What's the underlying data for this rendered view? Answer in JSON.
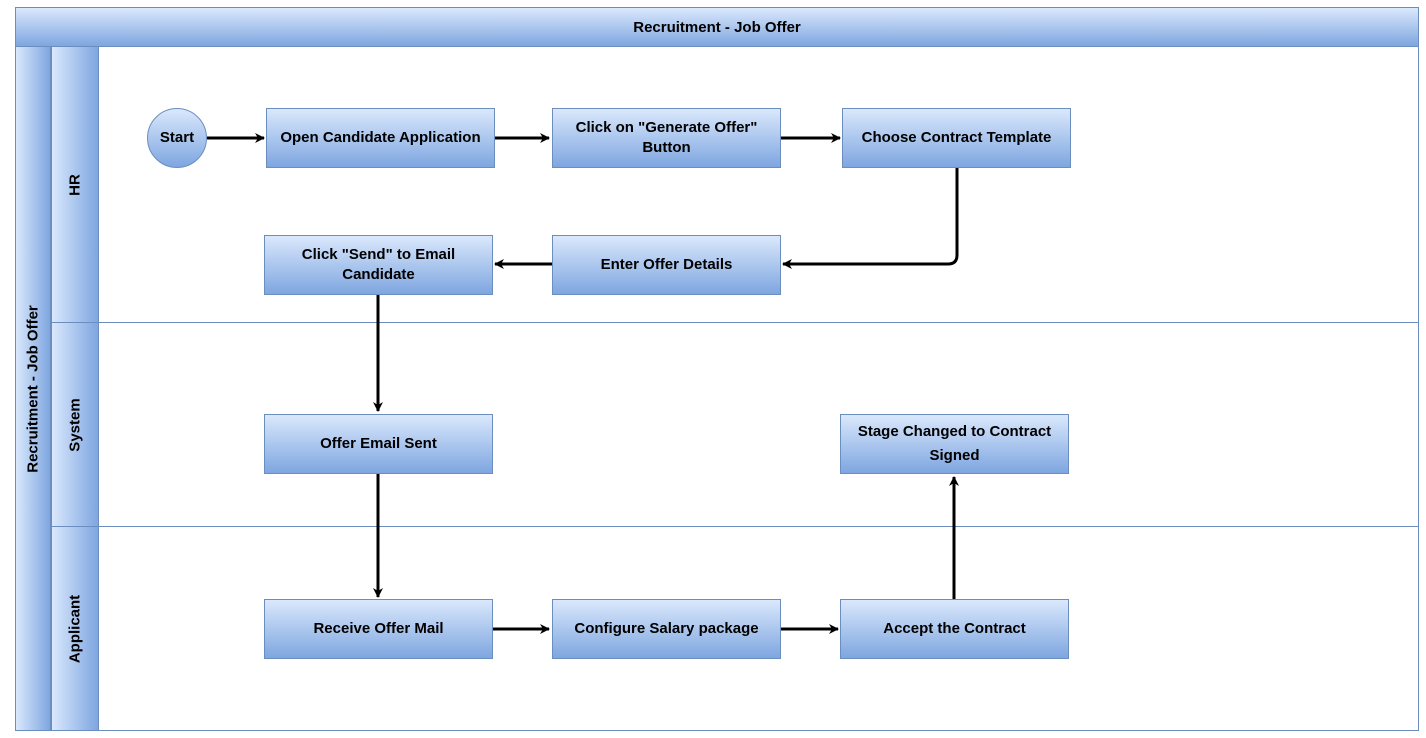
{
  "diagram": {
    "title": "Recruitment - Job Offer",
    "pool_label": "Recruitment - Job Offer",
    "lanes": [
      {
        "id": "hr",
        "label": "HR"
      },
      {
        "id": "system",
        "label": "System"
      },
      {
        "id": "applicant",
        "label": "Applicant"
      }
    ],
    "nodes": {
      "start": "Start",
      "open_application": "Open Candidate Application",
      "generate_offer": "Click on \"Generate Offer\" Button",
      "choose_template": "Choose Contract Template",
      "enter_details": "Enter Offer Details",
      "click_send": "Click \"Send\" to Email Candidate",
      "offer_sent": "Offer Email Sent",
      "stage_changed": "Stage Changed to Contract Signed",
      "receive_mail": "Receive Offer Mail",
      "configure_salary": "Configure Salary package",
      "accept_contract": "Accept the Contract"
    },
    "edges": [
      [
        "start",
        "open_application"
      ],
      [
        "open_application",
        "generate_offer"
      ],
      [
        "generate_offer",
        "choose_template"
      ],
      [
        "choose_template",
        "enter_details"
      ],
      [
        "enter_details",
        "click_send"
      ],
      [
        "click_send",
        "offer_sent"
      ],
      [
        "offer_sent",
        "receive_mail"
      ],
      [
        "receive_mail",
        "configure_salary"
      ],
      [
        "configure_salary",
        "accept_contract"
      ],
      [
        "accept_contract",
        "stage_changed"
      ]
    ]
  }
}
